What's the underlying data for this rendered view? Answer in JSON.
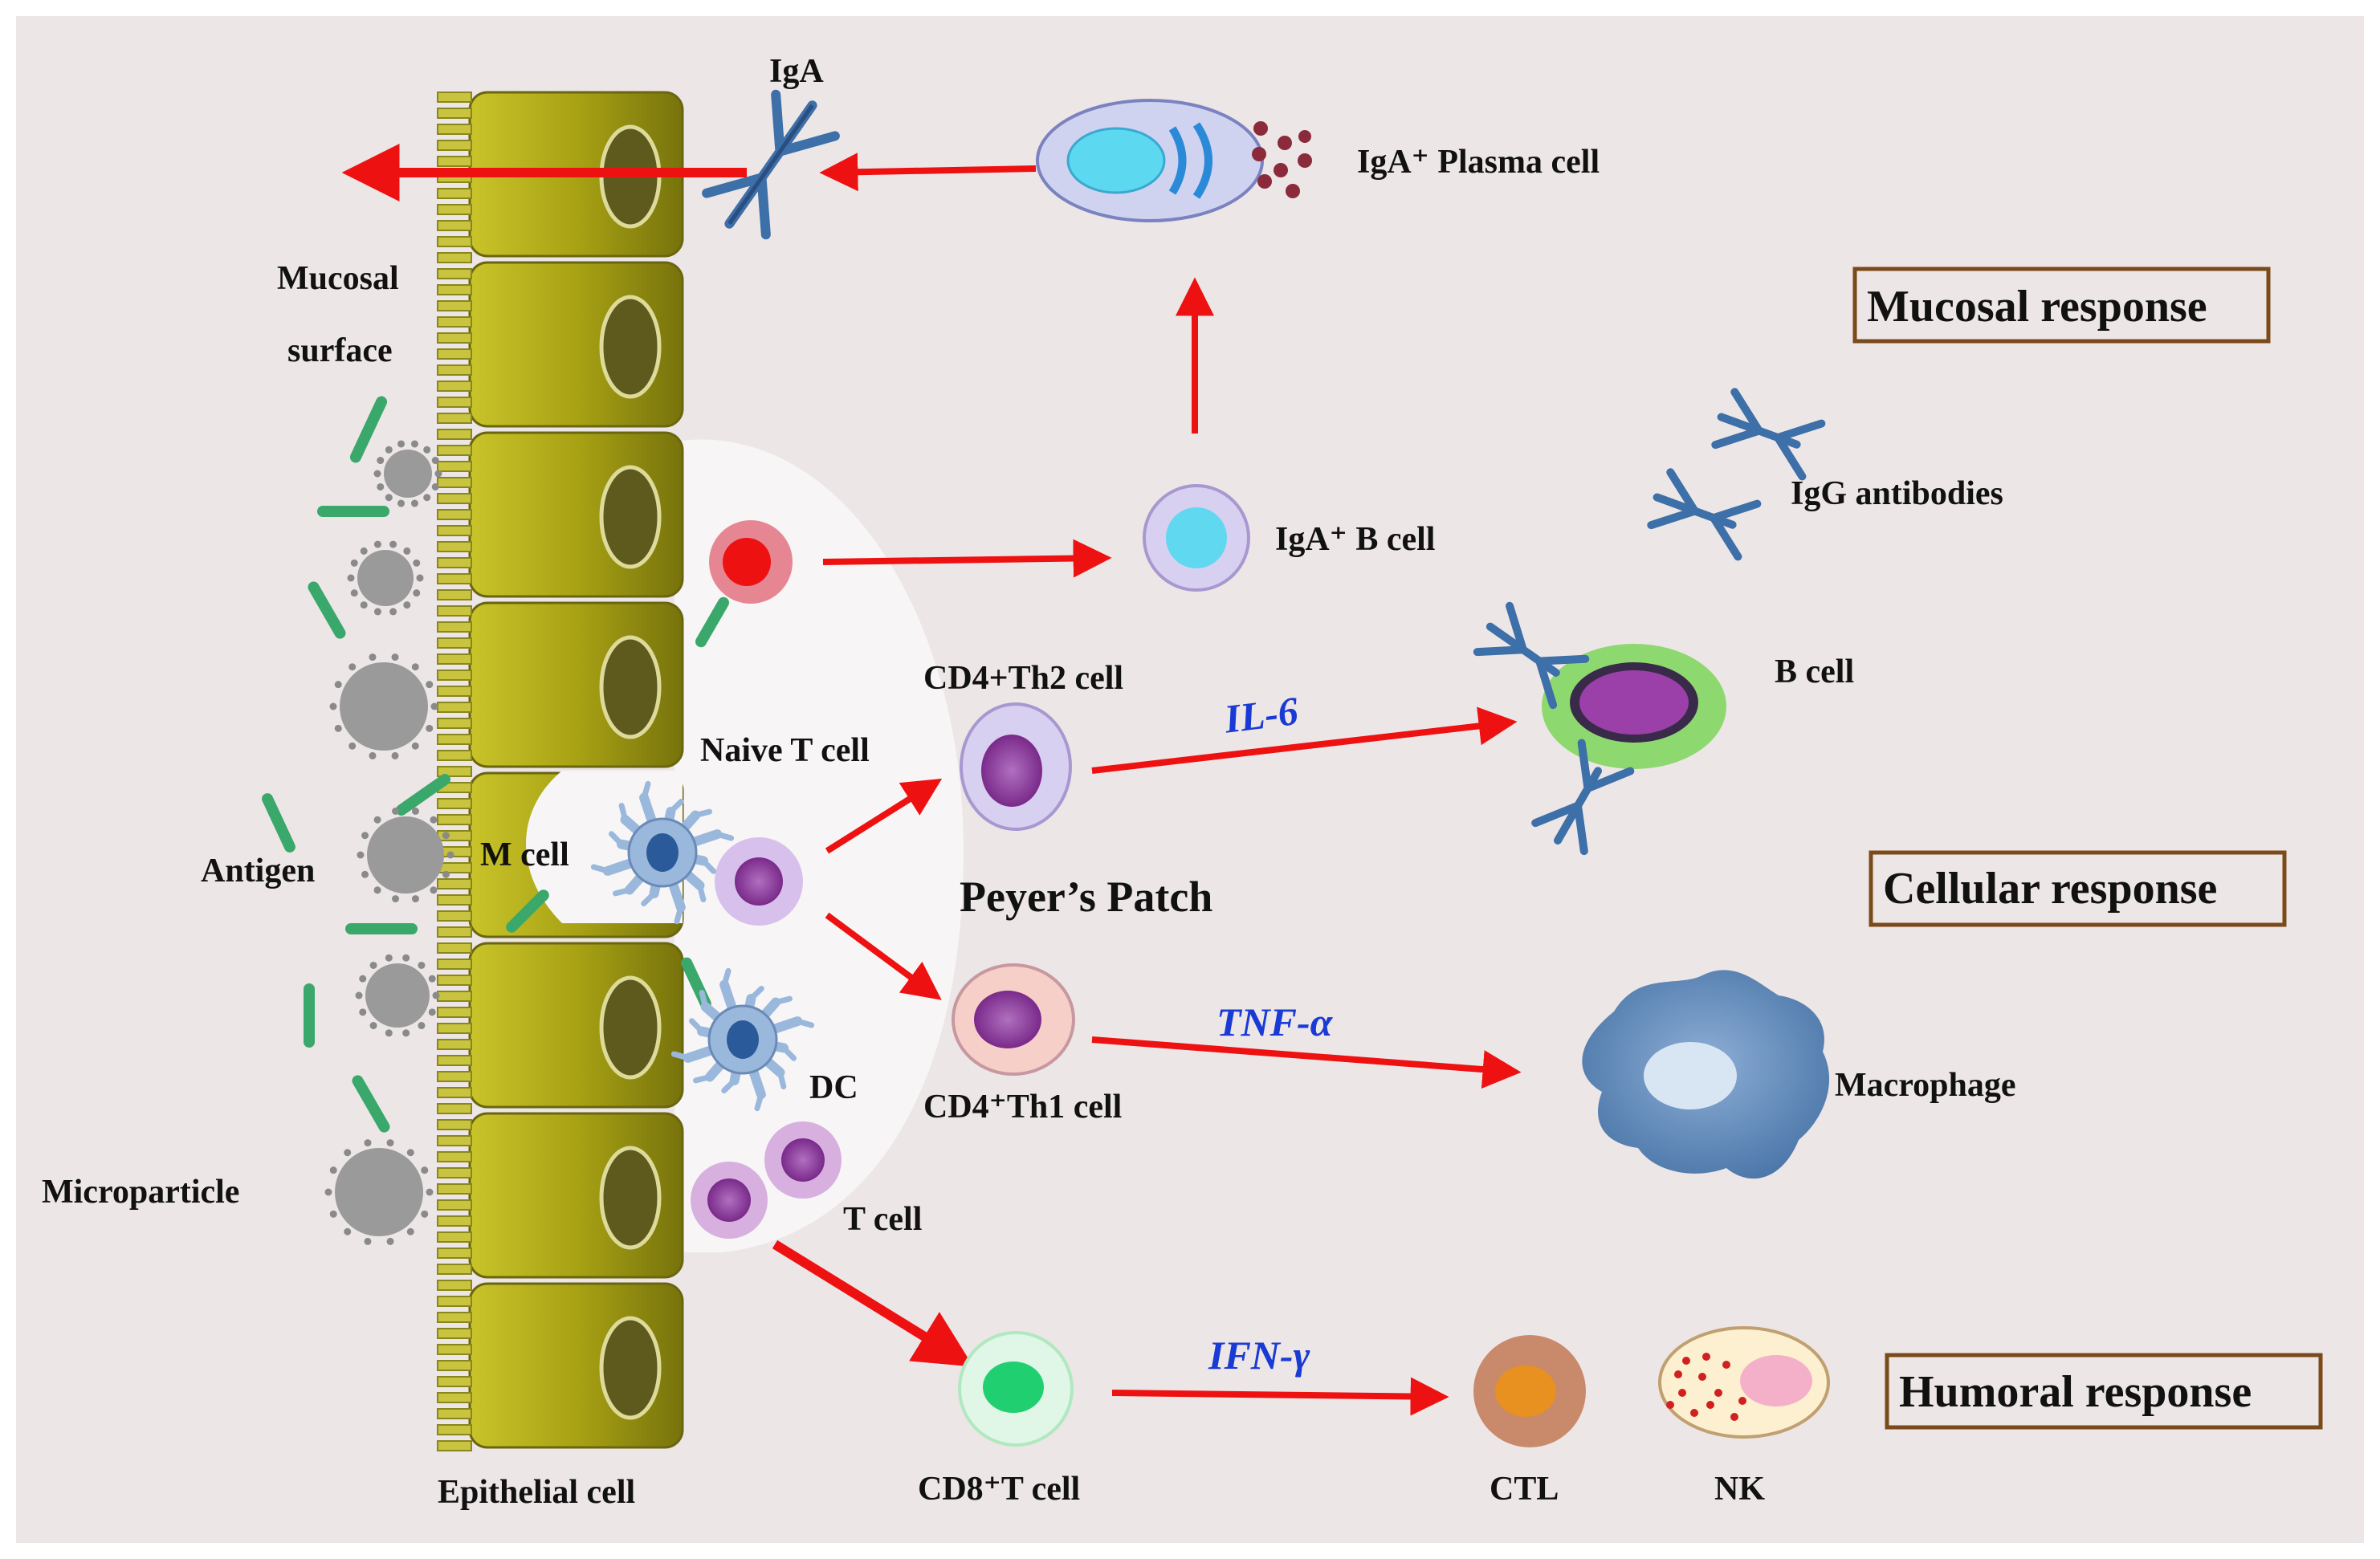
{
  "labels": {
    "iga": "IgA",
    "plasma_cell": "IgA⁺ Plasma cell",
    "mucosal_surface_1": "Mucosal",
    "mucosal_surface_2": "surface",
    "iga_b_cell": "IgA⁺ B cell",
    "igg_antibodies": "IgG antibodies",
    "th2_cell": "CD4+Th2 cell",
    "b_cell": "B cell",
    "naive_t_cell": "Naive T cell",
    "antigen": "Antigen",
    "m_cell": "M cell",
    "peyers_patch": "Peyer’s Patch",
    "dc": "DC",
    "th1_cell": "CD4⁺Th1 cell",
    "macrophage": "Macrophage",
    "microparticle": "Microparticle",
    "t_cell": "T cell",
    "epithelial_cell": "Epithelial cell",
    "cd8_t_cell": "CD8⁺T cell",
    "ctl": "CTL",
    "nk": "NK"
  },
  "cytokines": {
    "il6": "IL-6",
    "tnf": "TNF-α",
    "ifn": "IFN-γ"
  },
  "responses": {
    "mucosal": "Mucosal response",
    "cellular": "Cellular response",
    "humoral": "Humoral response"
  },
  "colors": {
    "background": "#ede6e6",
    "epithelium": "#9e9a14",
    "nucleus": "#5e5a1e",
    "arrow": "#ee1111",
    "cytokine_text": "#1a3ad6",
    "antibody": "#3d6fa8",
    "antigen_rod": "#3aa86a",
    "microparticle": "#9a9a9a",
    "box_border": "#7a4a1a",
    "purple_cell": "#9a4aa8"
  }
}
